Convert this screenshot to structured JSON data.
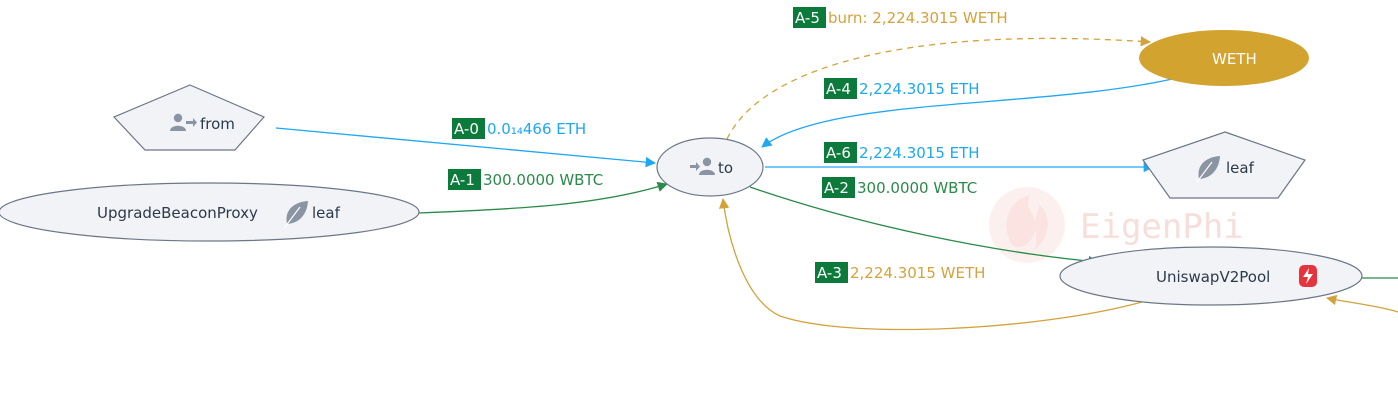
{
  "colors": {
    "eth": "#1ea7f2",
    "wbtc": "#2a8a49",
    "weth": "#d4a23c",
    "tag_bg": "#0c7a3b",
    "node_fill": "#f1f3f6",
    "node_stroke": "#6b7786",
    "weth_fill": "#d2a32f",
    "danger_badge": "#e5343d"
  },
  "nodes": {
    "from": {
      "label": "from",
      "icon": "user-send-icon"
    },
    "to": {
      "label": "to",
      "icon": "user-receive-icon"
    },
    "proxy": {
      "label": "UpgradeBeaconProxy",
      "suffix": "leaf",
      "icon": "leaf-icon"
    },
    "weth": {
      "label": "WETH"
    },
    "leaf": {
      "label": "leaf",
      "icon": "leaf-icon"
    },
    "pool": {
      "label": "UniswapV2Pool",
      "icon": "flash-icon"
    }
  },
  "edges": [
    {
      "tag": "A-0",
      "amount": "0.0₁₄466 ETH",
      "token": "ETH"
    },
    {
      "tag": "A-1",
      "amount": "300.0000 WBTC",
      "token": "WBTC"
    },
    {
      "tag": "A-2",
      "amount": "300.0000 WBTC",
      "token": "WBTC"
    },
    {
      "tag": "A-3",
      "amount": "2,224.3015 WETH",
      "token": "WETH"
    },
    {
      "tag": "A-4",
      "amount": "2,224.3015 ETH",
      "token": "ETH"
    },
    {
      "tag": "A-5",
      "amount": "burn: 2,224.3015 WETH",
      "token": "WETH"
    },
    {
      "tag": "A-6",
      "amount": "2,224.3015 ETH",
      "token": "ETH"
    }
  ],
  "watermark": {
    "text": "EigenPhi",
    "icon": "eigenphi-logo-icon"
  }
}
